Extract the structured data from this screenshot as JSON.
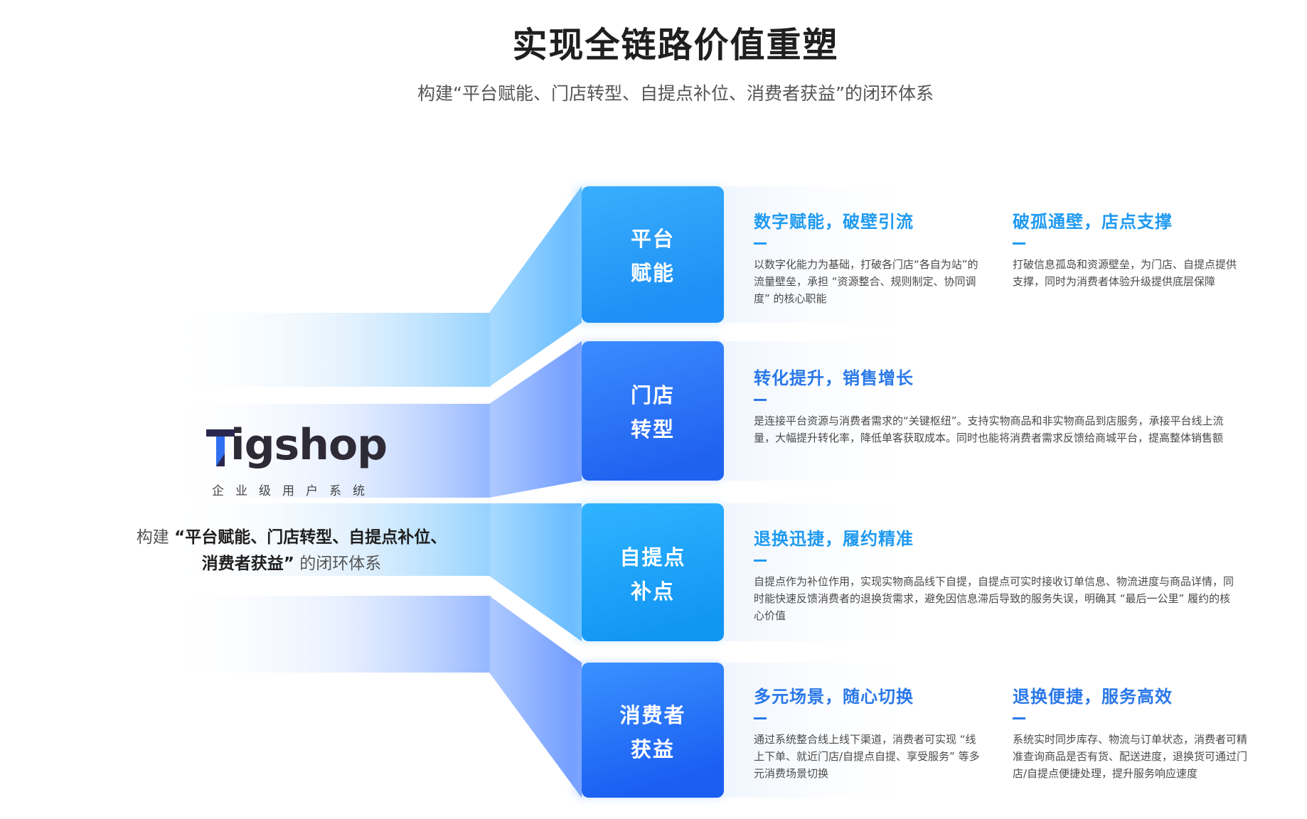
{
  "header": {
    "title": "实现全链路价值重塑",
    "subtitle": "构建“平台赋能、门店转型、自提点补位、消费者获益”的闭环体系"
  },
  "logo": {
    "wordmark": "igshop",
    "tagline": "企业级用户系统"
  },
  "left_desc": {
    "prefix": "构建",
    "bold_line1": "“平台赋能、门店转型、自提点补位、",
    "bold_line2": "消费者获益”",
    "suffix": "的闭环体系"
  },
  "blocks": [
    {
      "line1": "平台",
      "line2": "赋能",
      "color_top": "#3aaefc",
      "color_bottom": "#1d8ff6",
      "items": [
        {
          "title": "数字赋能，破壁引流",
          "text": "以数字化能力为基础，打破各门店“各自为站”的流量壁垒，承担 “资源整合、规则制定、协同调度” 的核心职能"
        },
        {
          "title": "破孤通壁，店点支撑",
          "text": "打破信息孤岛和资源壁垒，为门店、自提点提供支撑，同时为消费者体验升级提供底层保障"
        }
      ]
    },
    {
      "line1": "门店",
      "line2": "转型",
      "color_top": "#3c8cff",
      "color_bottom": "#2062f0",
      "items": [
        {
          "title": "转化提升，销售增长",
          "text": "是连接平台资源与消费者需求的“关键枢纽”。支持实物商品和非实物商品到店服务，承接平台线上流量，大幅提升转化率，降低单客获取成本。同时也能将消费者需求反馈给商城平台，提高整体销售额"
        }
      ]
    },
    {
      "line1": "自提点",
      "line2": "补点",
      "color_top": "#30b4ff",
      "color_bottom": "#1296f4",
      "items": [
        {
          "title": "退换迅捷，履约精准",
          "text": "自提点作为补位作用，实现实物商品线下自提，自提点可实时接收订单信息、物流进度与商品详情，同时能快速反馈消费者的退换货需求，避免因信息滞后导致的服务失误，明确其 “最后一公里” 履约的核心价值"
        }
      ]
    },
    {
      "line1": "消费者",
      "line2": "获益",
      "color_top": "#3a92ff",
      "color_bottom": "#1a5ef2",
      "items": [
        {
          "title": "多元场景，随心切换",
          "text": "通过系统整合线上线下渠道，消费者可实现 “线上下单、就近门店/自提点自提、享受服务” 等多元消费场景切换"
        },
        {
          "title": "退换便捷，服务高效",
          "text": "系统实时同步库存、物流与订单状态，消费者可精准查询商品是否有货、配送进度，退换货可通过门店/自提点便捷处理，提升服务响应速度"
        }
      ]
    }
  ]
}
